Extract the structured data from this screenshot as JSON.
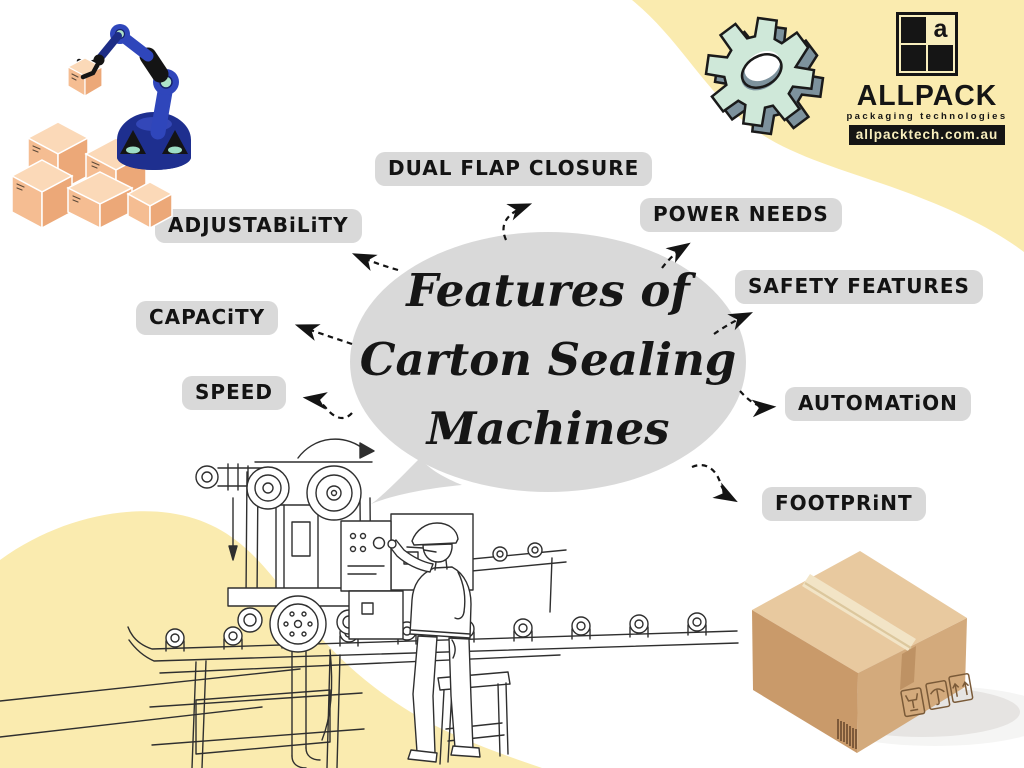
{
  "title_bubble": {
    "lines": [
      "Features of",
      "Carton Sealing",
      "Machines"
    ]
  },
  "feature_labels": [
    {
      "id": "dual-flap-closure",
      "text": "DUAL FLAP CLOSURE"
    },
    {
      "id": "power-needs",
      "text": "POWER NEEDS"
    },
    {
      "id": "safety-features",
      "text": "SAFETY FEATURES"
    },
    {
      "id": "automation",
      "text": "AUTOMATiON"
    },
    {
      "id": "footprint",
      "text": "FOOTPRiNT"
    },
    {
      "id": "adjustability",
      "text": "ADJUSTABiLiTY"
    },
    {
      "id": "capacity",
      "text": "CAPACiTY"
    },
    {
      "id": "speed",
      "text": "SPEED"
    }
  ],
  "logo": {
    "brand": "ALLPACK",
    "tagline": "packaging technologies",
    "website": "allpacktech.com.au",
    "mark_letter": "a"
  },
  "illustrations": {
    "top_left": "robot-arm-stacking-cartons",
    "top_right": "gear-3d",
    "bottom_left": "carton-sealing-machine-with-operator",
    "bottom_right": "cardboard-box",
    "carton_symbols": [
      "fragile-glass",
      "umbrella-keep-dry",
      "this-way-up-arrows"
    ]
  },
  "colors": {
    "background": "#ffffff",
    "blob_yellow": "#faebaf",
    "bubble_gray": "#d9d9d9",
    "label_gray": "#d9d9d9",
    "text_black": "#141414",
    "gear_mint": "#cfe8d9",
    "gear_slate": "#7d929d",
    "robot_blue": "#2f46bb",
    "robot_navy": "#1d2d86",
    "peach_box": "#f5bd92",
    "carton_tan": "#d3aa7c"
  }
}
